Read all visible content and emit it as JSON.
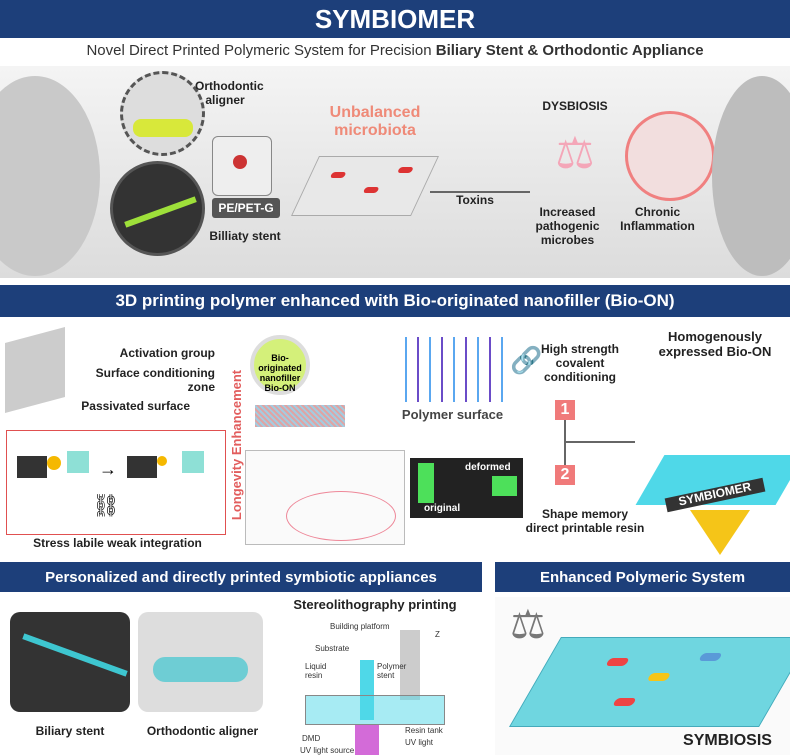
{
  "header": {
    "title": "SYMBIOMER",
    "subtitle_prefix": "Novel Direct Printed Polymeric System for Precision ",
    "subtitle_bold": "Biliary Stent & Orthodontic Appliance"
  },
  "section1": {
    "orthodontic_aligner": "Orthodontic aligner",
    "material": "PE/PET-G",
    "billiaty_stent": "Billiaty stent",
    "unbalanced": "Unbalanced microbiota",
    "toxins": "Toxins",
    "dysbiosis": "DYSBIOSIS",
    "pathogenic": "Increased pathogenic microbes",
    "inflammation": "Chronic Inflammation"
  },
  "section2": {
    "banner": "3D printing polymer enhanced with Bio-originated nanofiller (Bio-ON)",
    "activation": "Activation group",
    "surface_zone": "Surface conditioning zone",
    "passivated": "Passivated surface",
    "stress": "Stress labile weak integration",
    "longevity": "Longevity Enhancement",
    "bio_on_logo": "Bio-originated nanofiller Bio-ON",
    "polymer_surface": "Polymer surface",
    "deformed": "deformed",
    "original": "original",
    "high_strength": "High strength covalent conditioning",
    "step1": "1",
    "step2": "2",
    "shape_memory": "Shape memory direct printable resin",
    "homogenous": "Homogenously expressed Bio-ON",
    "symbiomer_label": "SYMBIOMER"
  },
  "section3": {
    "banner_left": "Personalized and directly printed symbiotic appliances",
    "banner_right": "Enhanced Polymeric System",
    "biliary_stent": "Biliary stent",
    "orthodontic_aligner": "Orthodontic aligner",
    "sla_title": "Stereolithography printing",
    "sla_labels": {
      "building": "Building platform",
      "substrate": "Substrate",
      "liquid": "Liquid resin",
      "polymer": "Polymer stent",
      "tank": "Resin tank",
      "dmd": "DMD",
      "uv_light": "UV light",
      "uv_source": "UV light source",
      "z": "Z"
    },
    "symbiosis": "SYMBIOSIS"
  },
  "colors": {
    "banner": "#1d3f7a",
    "accent_red": "#e0525a",
    "teal": "#3ec6d0"
  }
}
